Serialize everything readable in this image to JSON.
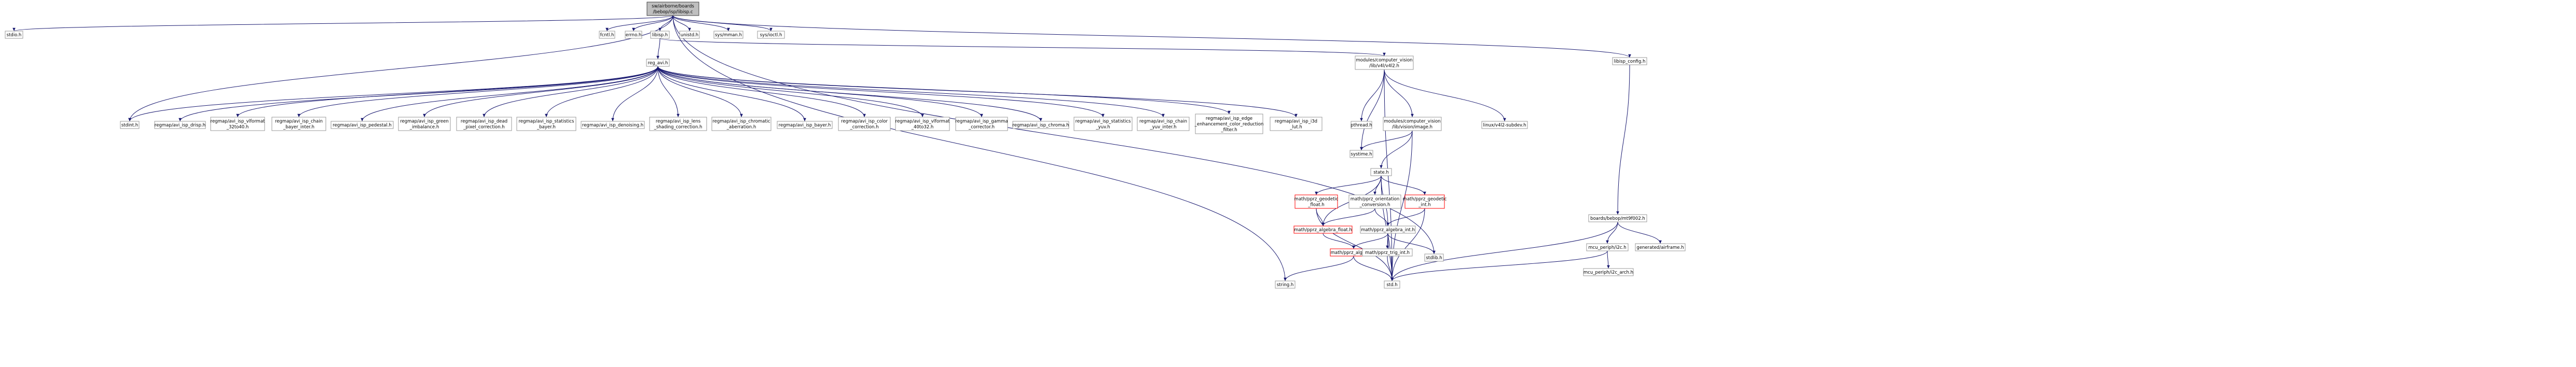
{
  "colors": {
    "background": "#ffffff",
    "edge": "#191970",
    "node_border_default": "#999999",
    "node_border_missing": "#ff0000",
    "node_border_root": "#404040",
    "root_fill": "#bfbfbf",
    "text": "#000000"
  },
  "root": {
    "lines": [
      "sw/airborne/boards",
      "/bebop/isp/libisp.c"
    ]
  },
  "nodes": [
    {
      "id": "stdio",
      "lines": [
        "stdio.h"
      ]
    },
    {
      "id": "fcntl",
      "lines": [
        "fcntl.h"
      ]
    },
    {
      "id": "errno",
      "lines": [
        "errno.h"
      ]
    },
    {
      "id": "libisp_h",
      "lines": [
        "libisp.h"
      ]
    },
    {
      "id": "unistd",
      "lines": [
        "unistd.h"
      ]
    },
    {
      "id": "mman",
      "lines": [
        "sys/mman.h"
      ]
    },
    {
      "id": "ioctl",
      "lines": [
        "sys/ioctl.h"
      ]
    },
    {
      "id": "libisp_config",
      "lines": [
        "libisp_config.h"
      ]
    },
    {
      "id": "reg_avi",
      "lines": [
        "reg_avi.h"
      ]
    },
    {
      "id": "stdint",
      "lines": [
        "stdint.h"
      ]
    },
    {
      "id": "disp",
      "lines": [
        "regmap/avi_isp_drisp.h"
      ]
    },
    {
      "id": "vlformat32",
      "lines": [
        "regmap/avi_isp_vlformat",
        "_32to40.h"
      ]
    },
    {
      "id": "chainbayer",
      "lines": [
        "regmap/avi_isp_chain",
        "_bayer_inter.h"
      ]
    },
    {
      "id": "pedestal",
      "lines": [
        "regmap/avi_isp_pedestal.h"
      ]
    },
    {
      "id": "green",
      "lines": [
        "regmap/avi_isp_green",
        "_imbalance.h"
      ]
    },
    {
      "id": "dead",
      "lines": [
        "regmap/avi_isp_dead",
        "_pixel_correction.h"
      ]
    },
    {
      "id": "statbayer",
      "lines": [
        "regmap/avi_isp_statistics",
        "_bayer.h"
      ]
    },
    {
      "id": "denoising",
      "lines": [
        "regmap/avi_isp_denoising.h"
      ]
    },
    {
      "id": "lens",
      "lines": [
        "regmap/avi_isp_lens",
        "_shading_correction.h"
      ]
    },
    {
      "id": "chromatic",
      "lines": [
        "regmap/avi_isp_chromatic",
        "_aberration.h"
      ]
    },
    {
      "id": "bayer",
      "lines": [
        "regmap/avi_isp_bayer.h"
      ]
    },
    {
      "id": "colorcorr",
      "lines": [
        "regmap/avi_isp_color",
        "_correction.h"
      ]
    },
    {
      "id": "vlformat40",
      "lines": [
        "regmap/avi_isp_vlformat",
        "_40to32.h"
      ]
    },
    {
      "id": "gamma",
      "lines": [
        "regmap/avi_isp_gamma",
        "_corrector.h"
      ]
    },
    {
      "id": "chroma",
      "lines": [
        "regmap/avi_isp_chroma.h"
      ]
    },
    {
      "id": "statyuv",
      "lines": [
        "regmap/avi_isp_statistics",
        "_yuv.h"
      ]
    },
    {
      "id": "chainyuv",
      "lines": [
        "regmap/avi_isp_chain",
        "_yuv_inter.h"
      ]
    },
    {
      "id": "edge",
      "lines": [
        "regmap/avi_isp_edge",
        "_enhancement_color_reduction",
        "_filter.h"
      ]
    },
    {
      "id": "i3d",
      "lines": [
        "regmap/avi_isp_i3d",
        "_lut.h"
      ]
    },
    {
      "id": "v4l2",
      "lines": [
        "modules/computer_vision",
        "/lib/v4l/v4l2.h"
      ]
    },
    {
      "id": "pthread",
      "lines": [
        "pthread.h"
      ]
    },
    {
      "id": "image",
      "lines": [
        "modules/computer_vision",
        "/lib/vision/image.h"
      ]
    },
    {
      "id": "subdev",
      "lines": [
        "linux/v4l2-subdev.h"
      ]
    },
    {
      "id": "systime",
      "lines": [
        "systime.h"
      ]
    },
    {
      "id": "state",
      "lines": [
        "state.h"
      ]
    },
    {
      "id": "geodeticfloat",
      "lines": [
        "math/pprz_geodetic",
        "_float.h"
      ]
    },
    {
      "id": "orient",
      "lines": [
        "math/pprz_orientation",
        "_conversion.h"
      ]
    },
    {
      "id": "geodeticint",
      "lines": [
        "math/pprz_geodetic",
        "_int.h"
      ]
    },
    {
      "id": "algfloat",
      "lines": [
        "math/pprz_algebra_float.h"
      ]
    },
    {
      "id": "algint",
      "lines": [
        "math/pprz_algebra_int.h"
      ]
    },
    {
      "id": "alg",
      "lines": [
        "math/pprz_algebra.h"
      ]
    },
    {
      "id": "trigint",
      "lines": [
        "math/pprz_trig_int.h"
      ]
    },
    {
      "id": "stdlib",
      "lines": [
        "stdlib.h"
      ]
    },
    {
      "id": "string",
      "lines": [
        "string.h"
      ]
    },
    {
      "id": "std",
      "lines": [
        "std.h"
      ]
    },
    {
      "id": "board",
      "lines": [
        "boards/bebop/mt9f002.h"
      ]
    },
    {
      "id": "mcui2c",
      "lines": [
        "mcu_periph/i2c.h"
      ]
    },
    {
      "id": "airframe",
      "lines": [
        "generated/airframe.h"
      ]
    },
    {
      "id": "i2carch",
      "lines": [
        "mcu_periph/i2c_arch.h"
      ]
    }
  ]
}
